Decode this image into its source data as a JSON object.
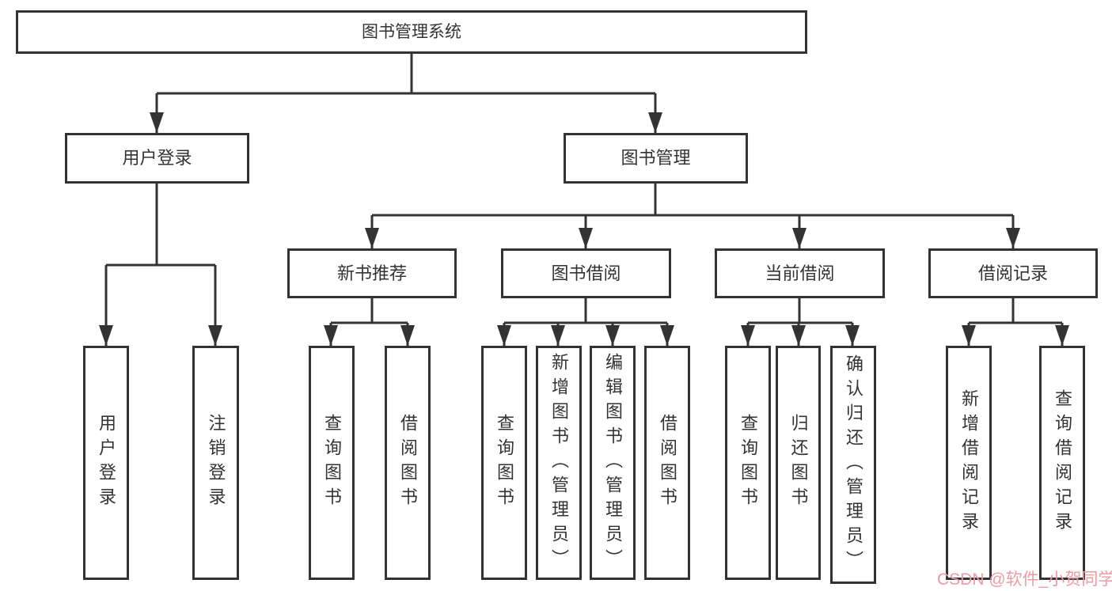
{
  "diagram": {
    "title": "图书管理系统",
    "branches": [
      {
        "label": "用户登录",
        "children": [
          {
            "label": "用户登录"
          },
          {
            "label": "注销登录"
          }
        ]
      },
      {
        "label": "图书管理",
        "children": [
          {
            "label": "新书推荐",
            "children": [
              {
                "label": "查询图书"
              },
              {
                "label": "借阅图书"
              }
            ]
          },
          {
            "label": "图书借阅",
            "children": [
              {
                "label": "查询图书"
              },
              {
                "label": "新增图书（管理员）"
              },
              {
                "label": "编辑图书（管理员）"
              },
              {
                "label": "借阅图书"
              }
            ]
          },
          {
            "label": "当前借阅",
            "children": [
              {
                "label": "查询图书"
              },
              {
                "label": "归还图书"
              },
              {
                "label": "确认归还（管理员）"
              }
            ]
          },
          {
            "label": "借阅记录",
            "children": [
              {
                "label": "新增借阅记录"
              },
              {
                "label": "查询借阅记录"
              }
            ]
          }
        ]
      }
    ]
  },
  "watermark": {
    "text": "CSDN @软件_小贺同学",
    "color": "#F09AA2"
  },
  "colors": {
    "background": "#ffffff",
    "box_border": "#333333",
    "line": "#333333",
    "text": "#333333"
  }
}
